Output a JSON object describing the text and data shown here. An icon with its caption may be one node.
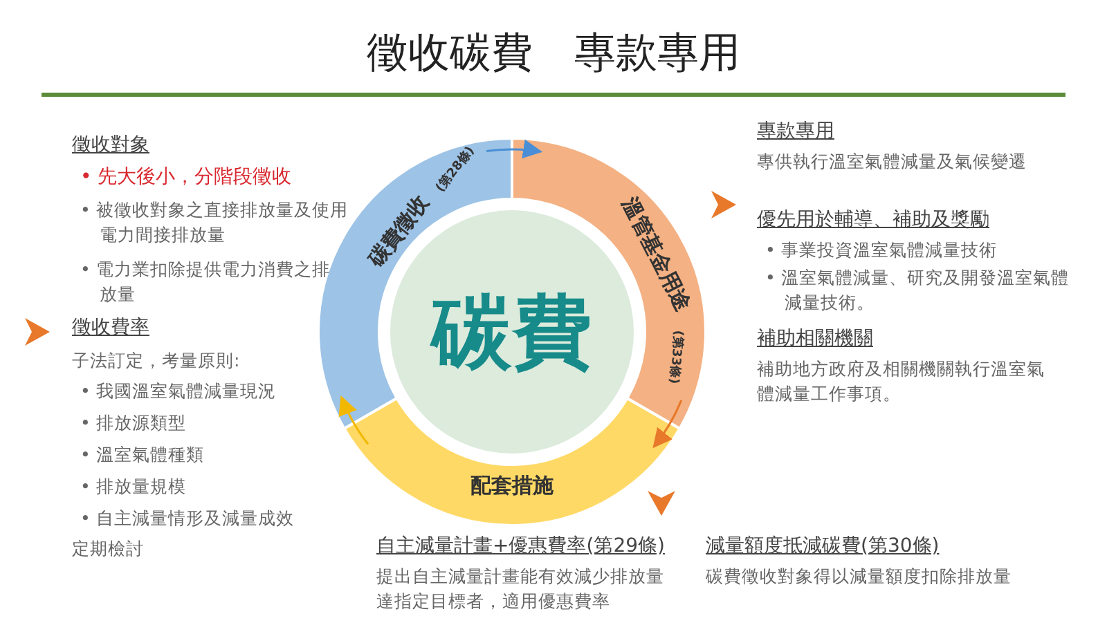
{
  "diagram": {
    "title": "徵收碳費　專款專用",
    "nodes": [
      {
        "text": [
          "碳費"
        ]
      },
      {
        "text": [
          "碳費徵收",
          "(第28條)"
        ]
      },
      {
        "text": [
          "溫管基金用途",
          "(第33條)"
        ]
      },
      {
        "text": [
          "配套措施"
        ]
      }
    ],
    "edges": [
      {
        "from": 1,
        "to": 2,
        "arrow": "to",
        "color": "#4a8fd6"
      },
      {
        "from": 2,
        "to": 3,
        "arrow": "to",
        "color": "#e8782a"
      },
      {
        "from": 3,
        "to": 1,
        "arrow": "to",
        "color": "#f2b800"
      }
    ],
    "labels": [
      "徵收對象",
      "• 先大後小，分階段徵收",
      "• 被徵收對象之直接排放量及使用電力間接排放量",
      "• 電力業扣除提供電力消費之排放量",
      "徵收費率",
      "子法訂定，考量原則:",
      "• 我國溫室氣體減量現況",
      "• 排放源類型",
      "• 溫室氣體種類",
      "• 排放量規模",
      "• 自主減量情形及減量成效",
      "定期檢討",
      "專款專用",
      "專供執行溫室氣體減量及氣候變遷",
      "優先用於輔導、補助及獎勵",
      "• 事業投資溫室氣體減量技術",
      "• 溫室氣體減量、研究及開發溫室氣體減量技術。",
      "補助相關機關",
      "補助地方政府及相關機關執行溫室氣體減量工作事項。",
      "自主減量計畫+優惠費率(第29條)",
      "提出自主減量計畫能有效減少排放量達指定目標者，適用優惠費率",
      "減量額度抵減碳費(第30條)",
      "碳費徵收對象得以減量額度扣除排放量"
    ]
  }
}
